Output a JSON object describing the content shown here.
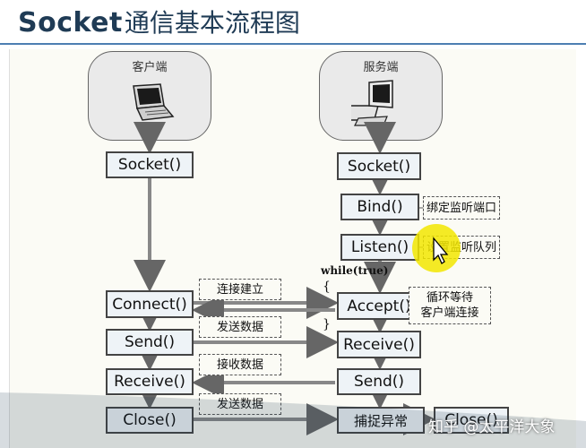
{
  "title": {
    "prefix": "Socket",
    "suffix": "通信基本流程图"
  },
  "client": {
    "label": "客户端",
    "steps": [
      "Socket()",
      "Connect()",
      "Send()",
      "Receive()",
      "Close()"
    ]
  },
  "server": {
    "label": "服务端",
    "steps": [
      "Socket()",
      "Bind()",
      "Listen()",
      "Accept()",
      "Receive()",
      "Send()",
      "捕捉异常",
      "Close()"
    ],
    "loop_label": "while(true)"
  },
  "notes": {
    "bind": "绑定监听端口",
    "listen": "设置监听队列",
    "accept_line1": "循环等待",
    "accept_line2": "客户端连接",
    "connect": "连接建立",
    "send": "发送数据",
    "receive": "接收数据",
    "close": "发送数据"
  },
  "watermark": "知乎 @太平洋大象",
  "colors": {
    "title": "#1f3b55",
    "rule": "#4d7fb2",
    "highlight": "#f2e600"
  }
}
